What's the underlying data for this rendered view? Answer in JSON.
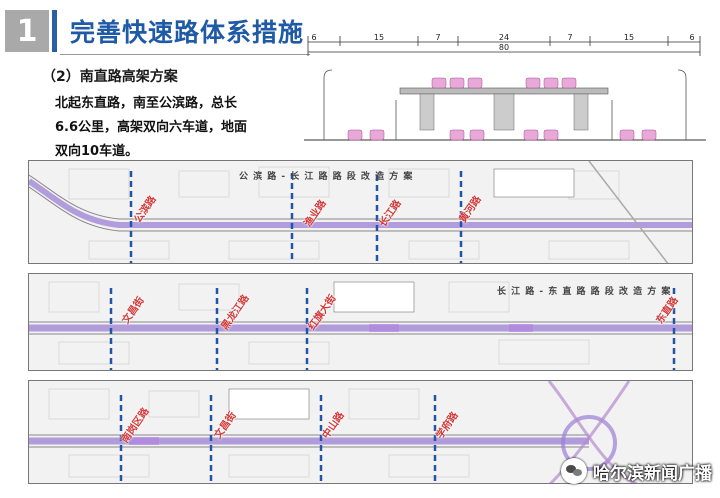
{
  "header": {
    "section_number": "1",
    "title": "完善快速路体系措施"
  },
  "subtitle": "（2）南直路高架方案",
  "description": "北起东直路，南至公滨路，总长6.6公里，高架双向六车道，地面双向10车道。",
  "cross_section": {
    "dims_top": [
      "6",
      "15",
      "7",
      "24",
      "7",
      "15",
      "6"
    ],
    "total_width": "80"
  },
  "panels": [
    {
      "title": "公 滨 路 - 长 江 路 路 段 改 造 方 案",
      "labels": [
        "公滨路",
        "渔业路",
        "长江路",
        "黄河路"
      ]
    },
    {
      "title": "长 江 路 - 东 直 路 路 段 改 造 方 案",
      "labels": [
        "文昌街",
        "黑龙江路",
        "红旗大街",
        "东直路"
      ]
    },
    {
      "title": "",
      "labels": [
        "南岗区路",
        "文昌街",
        "中山路",
        "学府路"
      ]
    }
  ],
  "watermark": "哈尔滨新闻广播",
  "colors": {
    "title_blue": "#1f5aa6",
    "route_purple": "#9b7fd4",
    "label_red": "#d23a3a",
    "dash_blue": "#2255a8"
  }
}
